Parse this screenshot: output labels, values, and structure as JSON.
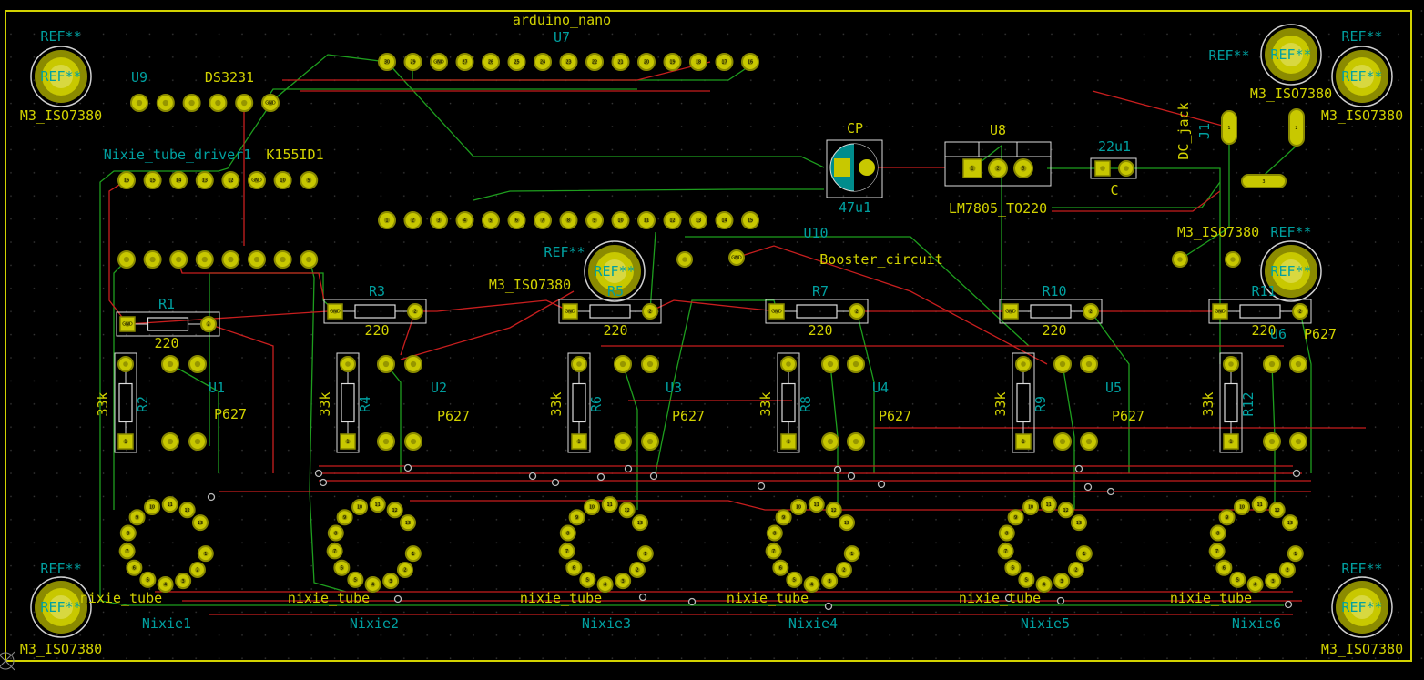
{
  "colors": {
    "background": "#000000",
    "edge": "#d2d200",
    "fab_text": "#d2d200",
    "silk_text": "#00a0a0",
    "pad": "#c8c800",
    "pad_ring": "#8a8a00",
    "copper_front": "#c81e1e",
    "copper_back": "#1e9e1e",
    "via": "#bbbbbb",
    "capacitor_fill": "#008c8c"
  },
  "components": {
    "u7": {
      "ref": "U7",
      "value": "arduino_nano"
    },
    "u9": {
      "ref": "U9",
      "value": "DS3231"
    },
    "driver": {
      "ref": "Nixie_tube_driver1",
      "value": "K155ID1"
    },
    "cp": {
      "ref": "CP",
      "value": "47u1"
    },
    "u8": {
      "ref": "U8",
      "value": "LM7805_TO220"
    },
    "c": {
      "ref": "C",
      "value": "22u1"
    },
    "j1": {
      "ref": "J1",
      "value": "DC_jack"
    },
    "u10": {
      "ref": "U10",
      "value": "Booster_circuit"
    },
    "resistors_220": [
      {
        "ref": "R1",
        "value": "220"
      },
      {
        "ref": "R3",
        "value": "220"
      },
      {
        "ref": "R5",
        "value": "220"
      },
      {
        "ref": "R7",
        "value": "220"
      },
      {
        "ref": "R10",
        "value": "220"
      },
      {
        "ref": "R11",
        "value": "220"
      }
    ],
    "resistors_33k": [
      {
        "ref": "R2",
        "value": "33k"
      },
      {
        "ref": "R4",
        "value": "33k"
      },
      {
        "ref": "R6",
        "value": "33k"
      },
      {
        "ref": "R8",
        "value": "33k"
      },
      {
        "ref": "R9",
        "value": "33k"
      },
      {
        "ref": "R12",
        "value": "33k"
      }
    ],
    "optos": [
      {
        "ref": "U1",
        "value": "P627"
      },
      {
        "ref": "U2",
        "value": "P627"
      },
      {
        "ref": "U3",
        "value": "P627"
      },
      {
        "ref": "U4",
        "value": "P627"
      },
      {
        "ref": "U5",
        "value": "P627"
      },
      {
        "ref": "U6",
        "value": "P627"
      }
    ],
    "nixies": [
      {
        "ref": "Nixie1",
        "value": "nixie_tube"
      },
      {
        "ref": "Nixie2",
        "value": "nixie_tube"
      },
      {
        "ref": "Nixie3",
        "value": "nixie_tube"
      },
      {
        "ref": "Nixie4",
        "value": "nixie_tube"
      },
      {
        "ref": "Nixie5",
        "value": "nixie_tube"
      },
      {
        "ref": "Nixie6",
        "value": "nixie_tube"
      }
    ],
    "mounting_holes": [
      {
        "ref": "REF**",
        "value": "M3_ISO7380"
      },
      {
        "ref": "REF**",
        "value": "M3_ISO7380"
      },
      {
        "ref": "REF**",
        "value": "M3_ISO7380"
      },
      {
        "ref": "REF**",
        "value": "M3_ISO7380"
      },
      {
        "ref": "REF**",
        "value": "M3_ISO7380"
      },
      {
        "ref": "REF**",
        "value": "M3_ISO7380"
      },
      {
        "ref": "REF**",
        "value": "M3_ISO7380"
      }
    ],
    "pad_ref_center": "REF**"
  },
  "pin_labels": {
    "gnd": "GND",
    "arduino_top": [
      "30",
      "29",
      "GND",
      "27",
      "26",
      "25",
      "24",
      "23",
      "22",
      "21",
      "20",
      "19",
      "18",
      "17",
      "16"
    ],
    "arduino_bottom": [
      "1",
      "2",
      "3",
      "4",
      "5",
      "6",
      "7",
      "8",
      "9",
      "10",
      "11",
      "12",
      "13",
      "14",
      "15"
    ],
    "rtc": [
      "",
      "",
      "",
      "",
      "",
      "GND"
    ],
    "driver_top": [
      "16",
      "15",
      "14",
      "13",
      "12",
      "GND",
      "10",
      "9"
    ],
    "nixie": [
      "1",
      "2",
      "3",
      "4",
      "5",
      "6",
      "7",
      "8",
      "9",
      "10",
      "11",
      "12",
      "13"
    ],
    "regulator": [
      "1",
      "2",
      "3"
    ],
    "jack": [
      "1",
      "2",
      "3"
    ]
  }
}
